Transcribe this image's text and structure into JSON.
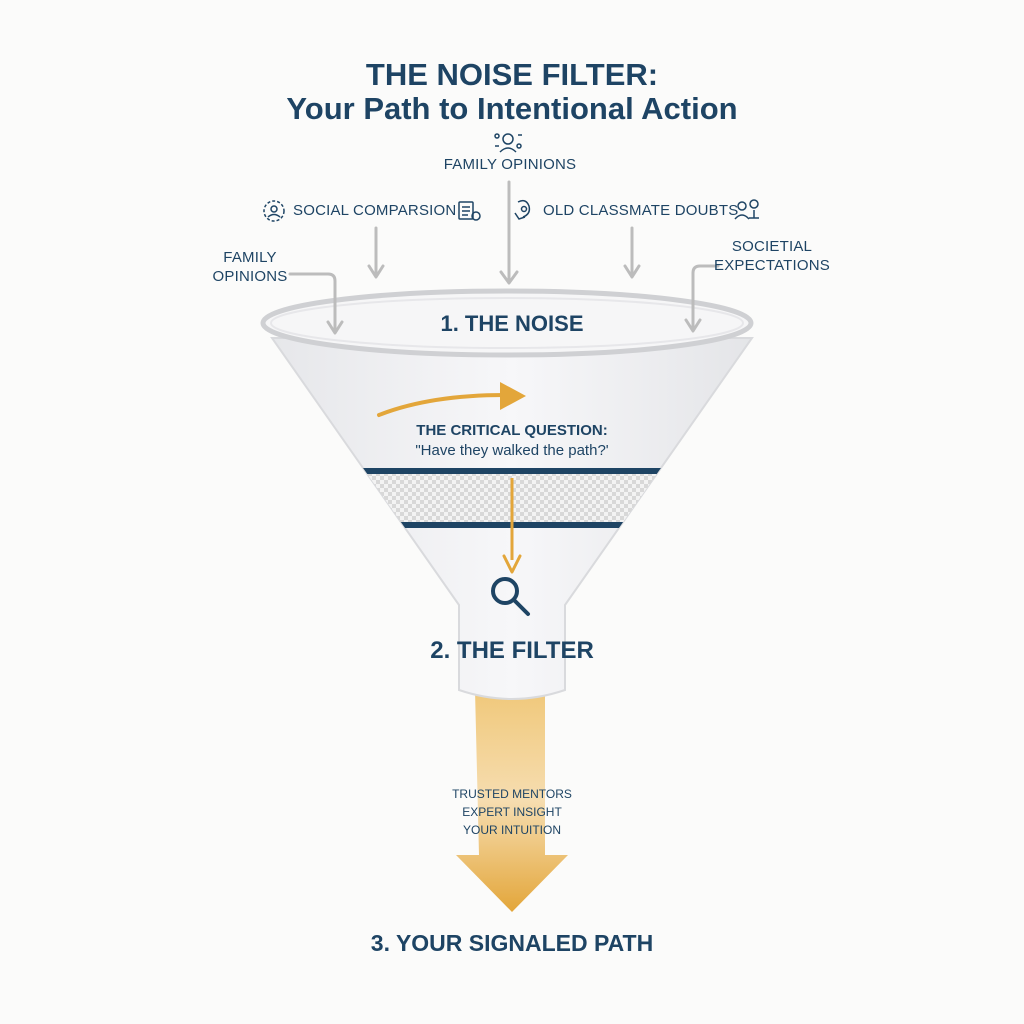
{
  "title": {
    "line1": "THE NOISE FILTER:",
    "line2": "Your Path to Intentional Action"
  },
  "noise_sources": {
    "top": "FAMILY OPINIONS",
    "social": "SOCIAL COMPARSION",
    "classmate": "OLD CLASSMATE DOUBTS",
    "family_left_1": "FAMILY",
    "family_left_2": "OPINIONS",
    "societal_1": "SOCIETIAL",
    "societal_2": "EXPECTATIONS"
  },
  "stages": {
    "noise": "1. THE NOISE",
    "filter": "2. THE FILTER",
    "path": "3. YOUR SIGNALED PATH"
  },
  "critical_question": {
    "label": "THE CRITICAL QUESTION:",
    "question": "\"Have they walked the path?'"
  },
  "outputs": [
    "TRUSTED MENTORS",
    "EXPERT INSIGHT",
    "YOUR INTUITION"
  ],
  "colors": {
    "navy": "#1e4464",
    "gold": "#e3a63a",
    "funnel": "#f1f1f3",
    "arrow_gray": "#bcbcbc"
  },
  "icons": [
    "people-icon",
    "social-icon",
    "profile-card-icon",
    "doubt-icon",
    "people-pin-icon",
    "search-icon"
  ]
}
